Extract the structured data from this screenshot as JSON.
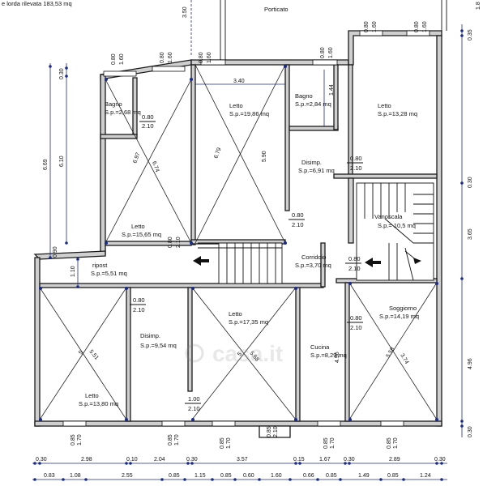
{
  "header": {
    "note": "e lorda rilevata 183,53 mq",
    "porticato": "Porticato",
    "top_dim": "3.50"
  },
  "rooms": {
    "bagno1": {
      "name": "Bagno",
      "area": "S.p.=2,68 mq"
    },
    "letto1": {
      "name": "Letto",
      "area": "S.p.=19,86 mq"
    },
    "bagno2": {
      "name": "Bagno",
      "area": "S.p.=2,84 mq"
    },
    "letto2": {
      "name": "Letto",
      "area": "S.p.=13,28 mq"
    },
    "disimp1": {
      "name": "Disimp.",
      "area": "S.p.=6,91 mq"
    },
    "letto3": {
      "name": "Letto",
      "area": "S.p.=15,65 mq"
    },
    "vanoscala": {
      "name": "Vanoscala",
      "area": "S.p.= 10,5 mq"
    },
    "ripost": {
      "name": "ripost",
      "area": "S.p.=5,51 mq"
    },
    "corridoio": {
      "name": "Corridoio",
      "area": "S.p.=3,70 mq"
    },
    "letto4": {
      "name": "Letto",
      "area": "S.p.=17,35 mq"
    },
    "soggiorno": {
      "name": "Soggiorno",
      "area": "S.p.=14,19 mq"
    },
    "disimp2": {
      "name": "Disimp.",
      "area": "S.p.=9,54 mq"
    },
    "cucina": {
      "name": "Cucina",
      "area": "S.p.=8,29 mq"
    },
    "letto5": {
      "name": "Letto",
      "area": "S.p.=13,80 mq"
    }
  },
  "door_labels": {
    "d1_top": "0.80",
    "d1_bot": "2.10",
    "d2_top": "0.80",
    "d2_bot": "2.10",
    "d3_top": "0.80",
    "d3_bot": "2.10",
    "d4_top": "0.80",
    "d4_bot": "2.10",
    "d5_top": "0.80",
    "d5_bot": "2.10",
    "d6_top": "0.80",
    "d6_bot": "2.10",
    "d7_top": "1.00",
    "d7_bot": "2.10"
  },
  "diagonals": {
    "bagno_a": "6.97",
    "bagno_b": "6.74",
    "letto1_diag": "6.79",
    "letto1_h": "5.90",
    "letto1_w": "3.40",
    "bagno2_w": "1.44",
    "ripost_a": "5",
    "ripost_b": "5.51",
    "letto4_a": "5",
    "letto4_b": "5.68",
    "sogg_a": "5.58",
    "sogg_b": "3.74"
  },
  "windows_top": [
    "0.80",
    "1.60",
    "0.80",
    "1.60",
    "0.80",
    "1.60",
    "0.80",
    "1.60",
    "0.80",
    "1.60",
    "0.80",
    "1.60"
  ],
  "windows_bottom": [
    "0.85",
    "1.70",
    "0.85",
    "1.70",
    "0.85",
    "1.70",
    "0.85",
    "2.10",
    "0.85",
    "1.70",
    "0.85",
    "1.70"
  ],
  "left_dims": {
    "d1": "0.30",
    "d2": "6.10",
    "d3": "6.69",
    "d4": "1.10",
    "d5": "0.90"
  },
  "right_dims": {
    "r1": "0.35",
    "r2": "1.8",
    "r3": "0.30",
    "r4": "3.65",
    "r5": "4.96",
    "r6": "0.30"
  },
  "mid_dims": {
    "m1": "0.80",
    "m2": "2.10",
    "m3": "4.96"
  },
  "bottom_dims_row1": [
    "0.30",
    "2.98",
    "0.10",
    "2.04",
    "0.30",
    "3.57",
    "0.15",
    "1.67",
    "0.30",
    "2.89",
    "0.30"
  ],
  "bottom_dims_row2": [
    "0.83",
    "1.08",
    "2.55",
    "0.85",
    "1.15",
    "0.85",
    "0.60",
    "1.60",
    "0.66",
    "0.85",
    "1.49",
    "0.85",
    "1.24"
  ],
  "watermark": "casa.it"
}
